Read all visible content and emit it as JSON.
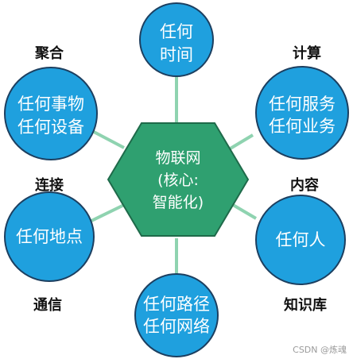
{
  "colors": {
    "node_fill": "#1fa0de",
    "node_stroke": "#1c3f60",
    "hub_fill": "#2fa070",
    "hub_stroke": "#1f6a4a",
    "connector": "#8fd3b0",
    "text_light": "#ffffff",
    "text_dark": "#111111"
  },
  "hub": {
    "lines": [
      "物联网",
      "(核心:",
      "智能化)"
    ]
  },
  "nodes": {
    "time": {
      "lines": [
        "任何",
        "时间"
      ]
    },
    "service": {
      "lines": [
        "任何服务",
        "任何业务"
      ]
    },
    "person": {
      "lines": [
        "任何人"
      ]
    },
    "path": {
      "lines": [
        "任何路径",
        "任何网络"
      ]
    },
    "place": {
      "lines": [
        "任何地点"
      ]
    },
    "thing": {
      "lines": [
        "任何事物",
        "任何设备"
      ]
    }
  },
  "categories": {
    "aggregate": "聚合",
    "compute": "计算",
    "content": "内容",
    "connect": "连接",
    "communicate": "通信",
    "knowledge": "知识库"
  },
  "watermark": "CSDN @炼魂"
}
